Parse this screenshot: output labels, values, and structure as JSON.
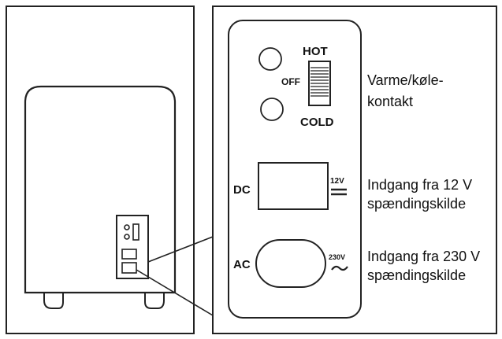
{
  "switch": {
    "hot": "HOT",
    "off": "OFF",
    "cold": "COLD"
  },
  "dc": {
    "label": "DC",
    "voltage": "12V"
  },
  "ac": {
    "label": "AC",
    "voltage": "230V"
  },
  "descriptions": {
    "switch_line1": "Varme/køle-",
    "switch_line2": "kontakt",
    "dc_line1": "Indgang fra 12 V",
    "dc_line2": "spændingskilde",
    "ac_line1": "Indgang fra 230 V",
    "ac_line2": "spændingskilde"
  },
  "colors": {
    "line": "#222222",
    "background": "#ffffff"
  }
}
